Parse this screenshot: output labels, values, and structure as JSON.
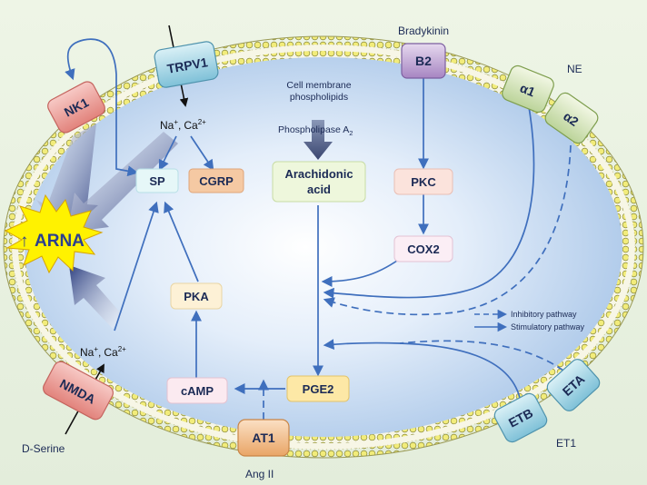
{
  "receptors": {
    "trpv1": "TRPV1",
    "nk1": "NK1",
    "b2": "B2",
    "alpha1": "α1",
    "alpha2": "α2",
    "nmda": "NMDA",
    "at1": "AT1",
    "etb": "ETB",
    "eta": "ETA"
  },
  "ligands": {
    "bradykinin": "Bradykinin",
    "ne": "NE",
    "d_serine": "D-Serine",
    "ang_ii": "Ang II",
    "et1": "ET1"
  },
  "ions": {
    "top_na": "Na",
    "top_ca": "Ca",
    "bottom_na": "Na",
    "bottom_ca": "Ca",
    "plus": "+",
    "two_plus": "2+",
    "comma": ","
  },
  "molecules": {
    "membrane_phospholipids_line1": "Cell membrane",
    "membrane_phospholipids_line2": "phospholipids",
    "phospholipase": "Phospholipase A",
    "phospholipase_sub": "2",
    "sp": "SP",
    "cgrp": "CGRP",
    "arachidonic_line1": "Arachidonic",
    "arachidonic_line2": "acid",
    "pkc": "PKC",
    "cox2": "COX2",
    "pka": "PKA",
    "camp": "cAMP",
    "pge2": "PGE2"
  },
  "outcome": {
    "arrow": "↑",
    "label": "ARNA"
  },
  "legend": {
    "inhibitory": "Inhibitory pathway",
    "stimulatory": "Stimulatory pathway"
  },
  "colors": {
    "cell_fill": "#cfe0f3",
    "cell_center": "#ffffff",
    "pathway_blue": "#3f6fbd",
    "outcome_yellow": "#fff200",
    "outcome_text": "#2b3f8f"
  }
}
